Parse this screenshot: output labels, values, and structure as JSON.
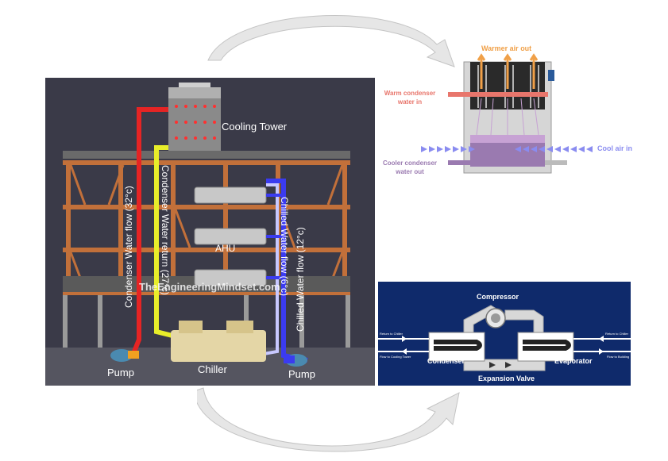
{
  "building": {
    "cooling_tower_label": "Cooling Tower",
    "ahu_label": "AHU",
    "chiller_label": "Chiller",
    "pump_left_label": "Pump",
    "pump_right_label": "Pump",
    "condenser_water_flow": "Condenser Water flow (32°c)",
    "condenser_water_return": "Condenser Water return (27°c)",
    "chilled_water_flow": "Chilled Water flow (6°c)",
    "chilled_water_return": "Chilled Water flow (12°c)",
    "watermark": "TheEngineeringMindset.com"
  },
  "tower_detail": {
    "warmer_air_out": "Warmer air out",
    "warm_condenser_line1": "Warm condenser",
    "warm_condenser_line2": "water in",
    "cooler_condenser_line1": "Cooler condenser",
    "cooler_condenser_line2": "water out",
    "cool_air_in": "Cool air in"
  },
  "refrigeration_cycle": {
    "compressor": "Compressor",
    "condenser": "Condenser",
    "evaporator": "Evaporator",
    "expansion_valve": "Expansion Valve",
    "return_to_chiller_left": "Return to Chiller",
    "flow_to_cooling_tower": "Flow to Cooling Tower",
    "return_to_chiller_right": "Return to Chiller",
    "flow_to_building": "Flow to Building"
  },
  "colors": {
    "building_bg": "#3a3a48",
    "floor_beam": "#c2703a",
    "condenser_flow": "#e52424",
    "condenser_return": "#e8ee2a",
    "chilled_water": "#3b3bf0",
    "cycle_bg": "#0f2a6b",
    "warm_label": "#e8766c",
    "cool_label": "#8a8cf0",
    "warmer_air": "#f0a048"
  }
}
